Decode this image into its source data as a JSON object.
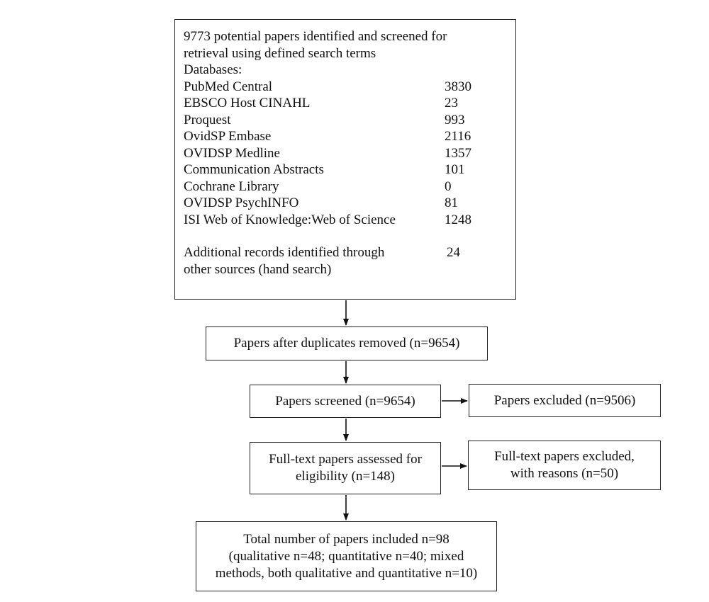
{
  "identification": {
    "intro_line1": "9773 potential papers identified and screened for",
    "intro_line2": "retrieval using defined search terms",
    "databases_label": "Databases:",
    "databases": [
      {
        "name": "PubMed Central",
        "count": "3830"
      },
      {
        "name": "EBSCO Host CINAHL",
        "count": "23"
      },
      {
        "name": "Proquest",
        "count": "993"
      },
      {
        "name": "OvidSP Embase",
        "count": "2116"
      },
      {
        "name": "OVIDSP Medline",
        "count": "1357"
      },
      {
        "name": "Communication Abstracts",
        "count": "101"
      },
      {
        "name": "Cochrane Library",
        "count": "0"
      },
      {
        "name": "OVIDSP PsychINFO",
        "count": "81"
      },
      {
        "name": "ISI Web of Knowledge:Web of Science",
        "count": "1248"
      }
    ],
    "additional_line1": "Additional records identified through",
    "additional_line2": "other sources (hand search)",
    "additional_count": "24"
  },
  "duplicates_removed": "Papers after duplicates removed (n=9654)",
  "screened": "Papers screened (n=9654)",
  "excluded": "Papers excluded (n=9506)",
  "fulltext_line1": "Full-text papers assessed for",
  "fulltext_line2": "eligibility (n=148)",
  "fulltext_excluded_line1": "Full-text papers excluded,",
  "fulltext_excluded_line2": "with reasons (n=50)",
  "included_line1": "Total number of papers included n=98",
  "included_line2": "(qualitative n=48; quantitative n=40; mixed",
  "included_line3": "methods, both qualitative and quantitative n=10)"
}
